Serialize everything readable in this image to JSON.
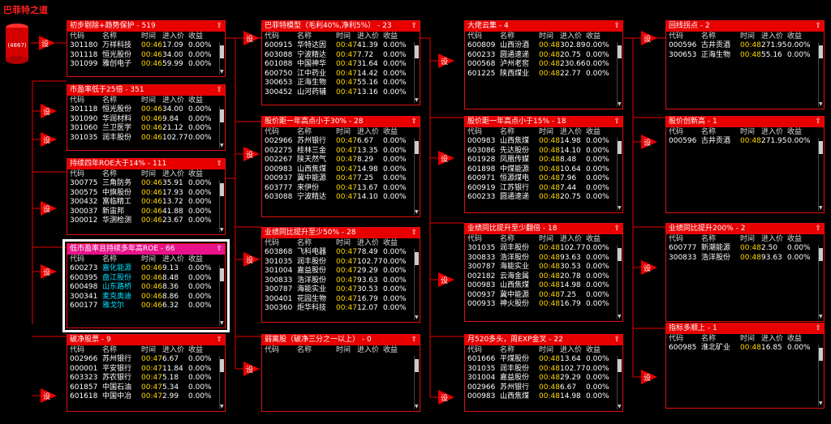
{
  "app_title": "巴菲特之道",
  "source_count": "(4867)",
  "tri_label": "设",
  "up_icon": "⇧",
  "columns": [
    "代码",
    "名称",
    "时间",
    "进入价",
    "收益"
  ],
  "panels": [
    {
      "title": "初步剔除+趋势保护 - 519",
      "rows": [
        [
          "301180",
          "万祥科技",
          "00:46",
          "17.09",
          "0.00%"
        ],
        [
          "301118",
          "恒光股份",
          "00:46",
          "34.00",
          "0.00%"
        ],
        [
          "301099",
          "雅创电子",
          "00:46",
          "59.99",
          "0.00%"
        ]
      ]
    },
    {
      "title": "市盈率低于25倍 - 351",
      "rows": [
        [
          "301118",
          "恒光股份",
          "00:46",
          "34.00",
          "0.00%"
        ],
        [
          "301090",
          "华润材料",
          "00:46",
          "9.84",
          "0.00%"
        ],
        [
          "301060",
          "兰卫医学",
          "00:46",
          "21.12",
          "0.00%"
        ],
        [
          "301035",
          "润丰股份",
          "00:46",
          "102.77",
          "0.00%"
        ]
      ]
    },
    {
      "title": "持续四年ROE大于14% - 111",
      "rows": [
        [
          "300775",
          "三角防务",
          "00:46",
          "35.91",
          "0.00%"
        ],
        [
          "300575",
          "中旗股份",
          "00:46",
          "17.93",
          "0.00%"
        ],
        [
          "300432",
          "富临精工",
          "00:46",
          "13.72",
          "0.00%"
        ],
        [
          "300037",
          "新宙邦",
          "00:46",
          "41.88",
          "0.00%"
        ],
        [
          "300012",
          "华测检测",
          "00:46",
          "23.67",
          "0.00%"
        ]
      ]
    },
    {
      "title": "低市盈率且持续多年高ROE - 66",
      "rows": [
        [
          "600273",
          "嘉化能源",
          "00:46",
          "9.13",
          "0.00%"
        ],
        [
          "600395",
          "盘江股份",
          "00:46",
          "8.48",
          "0.00%"
        ],
        [
          "600498",
          "山东路桥",
          "00:46",
          "8.36",
          "0.00%"
        ],
        [
          "300341",
          "麦克奥迪",
          "00:46",
          "8.86",
          "0.00%"
        ],
        [
          "600177",
          "雅戈尔",
          "00:46",
          "6.32",
          "0.00%"
        ]
      ]
    },
    {
      "title": "破净股票 - 9",
      "rows": [
        [
          "002966",
          "苏州银行",
          "00:47",
          "6.67",
          "0.00%"
        ],
        [
          "000001",
          "平安银行",
          "00:47",
          "11.84",
          "0.00%"
        ],
        [
          "603323",
          "苏农银行",
          "00:47",
          "5.18",
          "0.00%"
        ],
        [
          "601857",
          "中国石油",
          "00:47",
          "5.34",
          "0.00%"
        ],
        [
          "601618",
          "中国中冶",
          "00:47",
          "2.99",
          "0.00%"
        ]
      ]
    },
    {
      "title": "巴菲特模型（毛利40%,净利5%） - 23",
      "rows": [
        [
          "600915",
          "华特达因",
          "00:47",
          "41.39",
          "0.00%"
        ],
        [
          "603088",
          "宁波精达",
          "00:47",
          "7.72",
          "0.00%"
        ],
        [
          "601088",
          "中国神华",
          "00:47",
          "31.64",
          "0.00%"
        ],
        [
          "600750",
          "江中药业",
          "00:47",
          "14.42",
          "0.00%"
        ],
        [
          "300653",
          "正海生物",
          "00:47",
          "55.16",
          "0.00%"
        ],
        [
          "300452",
          "山河药辅",
          "00:47",
          "13.16",
          "0.00%"
        ]
      ]
    },
    {
      "title": "股价距一年高点小于30% - 28",
      "rows": [
        [
          "002966",
          "苏州银行",
          "00:47",
          "6.67",
          "0.00%"
        ],
        [
          "002275",
          "桂林三金",
          "00:47",
          "13.35",
          "0.00%"
        ],
        [
          "002267",
          "陕天然气",
          "00:47",
          "8.29",
          "0.00%"
        ],
        [
          "000983",
          "山西焦煤",
          "00:47",
          "14.98",
          "0.00%"
        ],
        [
          "000937",
          "冀中能源",
          "00:47",
          "7.25",
          "0.00%"
        ],
        [
          "603777",
          "来伊份",
          "00:47",
          "13.67",
          "0.00%"
        ],
        [
          "603088",
          "宁波精达",
          "00:47",
          "14.10",
          "0.00%"
        ]
      ]
    },
    {
      "title": "业绩同比提升至少50% - 28",
      "rows": [
        [
          "603868",
          "飞科电器",
          "00:47",
          "78.49",
          "0.00%"
        ],
        [
          "301035",
          "润丰股份",
          "00:47",
          "102.77",
          "0.00%"
        ],
        [
          "301004",
          "嘉益股份",
          "00:47",
          "29.29",
          "0.00%"
        ],
        [
          "300833",
          "浩洋股份",
          "00:47",
          "93.63",
          "0.00%"
        ],
        [
          "300787",
          "海能实业",
          "00:47",
          "30.53",
          "0.00%"
        ],
        [
          "300401",
          "花园生物",
          "00:47",
          "16.79",
          "0.00%"
        ],
        [
          "300360",
          "炬华科技",
          "00:47",
          "12.07",
          "0.00%"
        ]
      ]
    },
    {
      "title": "弱离股（破净三分之一以上） - 0",
      "rows": []
    },
    {
      "title": "大佬云集 - 4",
      "rows": [
        [
          "600809",
          "山西汾酒",
          "00:48",
          "302.89",
          "0.00%"
        ],
        [
          "600233",
          "圆通速递",
          "00:48",
          "20.75",
          "0.00%"
        ],
        [
          "000568",
          "泸州老窖",
          "00:48",
          "230.66",
          "0.00%"
        ],
        [
          "601225",
          "陕西煤业",
          "00:48",
          "22.77",
          "0.00%"
        ]
      ]
    },
    {
      "title": "股价距一年高点小于15% - 18",
      "rows": [
        [
          "000983",
          "山西焦煤",
          "00:48",
          "14.98",
          "0.00%"
        ],
        [
          "603086",
          "先达股份",
          "00:48",
          "14.10",
          "0.00%"
        ],
        [
          "601928",
          "凤凰传媒",
          "00:48",
          "8.48",
          "0.00%"
        ],
        [
          "601898",
          "中煤能源",
          "00:48",
          "10.64",
          "0.00%"
        ],
        [
          "600971",
          "恒源煤电",
          "00:48",
          "7.96",
          "0.00%"
        ],
        [
          "600919",
          "江苏银行",
          "00:48",
          "7.44",
          "0.00%"
        ],
        [
          "600233",
          "圆通速递",
          "00:48",
          "20.75",
          "0.00%"
        ]
      ]
    },
    {
      "title": "业绩同比提升至少翻倍 - 18",
      "rows": [
        [
          "301035",
          "润丰股份",
          "00:48",
          "102.77",
          "0.00%"
        ],
        [
          "300833",
          "浩洋股份",
          "00:48",
          "93.63",
          "0.00%"
        ],
        [
          "300787",
          "海能实业",
          "00:48",
          "30.53",
          "0.00%"
        ],
        [
          "002182",
          "云海金属",
          "00:48",
          "20.78",
          "0.00%"
        ],
        [
          "000983",
          "山西焦煤",
          "00:48",
          "14.98",
          "0.00%"
        ],
        [
          "000937",
          "冀中能源",
          "00:48",
          "7.25",
          "0.00%"
        ],
        [
          "000933",
          "神火股份",
          "00:48",
          "16.79",
          "0.00%"
        ]
      ]
    },
    {
      "title": "月520多头，周EXP金叉 - 22",
      "rows": [
        [
          "601666",
          "平煤股份",
          "00:48",
          "13.64",
          "0.00%"
        ],
        [
          "301035",
          "润丰股份",
          "00:48",
          "102.77",
          "0.00%"
        ],
        [
          "301004",
          "嘉益股份",
          "00:48",
          "29.29",
          "0.00%"
        ],
        [
          "002966",
          "苏州银行",
          "00:48",
          "6.67",
          "0.00%"
        ],
        [
          "000983",
          "山西焦煤",
          "00:48",
          "14.98",
          "0.00%"
        ]
      ]
    },
    {
      "title": "回线拐点 - 2",
      "rows": [
        [
          "000596",
          "古井贡酒",
          "00:48",
          "271.95",
          "0.00%"
        ],
        [
          "300653",
          "正海生物",
          "00:48",
          "55.16",
          "0.00%"
        ]
      ]
    },
    {
      "title": "股价创新高 - 1",
      "rows": [
        [
          "000596",
          "古井贡酒",
          "00:48",
          "271.95",
          "0.00%"
        ]
      ]
    },
    {
      "title": "业绩同比提升200% - 2",
      "rows": [
        [
          "600777",
          "新潮能源",
          "00:48",
          "2.50",
          "0.00%"
        ],
        [
          "300833",
          "浩洋股份",
          "00:48",
          "93.63",
          "0.00%"
        ]
      ]
    },
    {
      "title": "指标多顺上 - 1",
      "rows": [
        [
          "600985",
          "淮北矿业",
          "00:48",
          "16.85",
          "0.00%"
        ]
      ]
    }
  ]
}
